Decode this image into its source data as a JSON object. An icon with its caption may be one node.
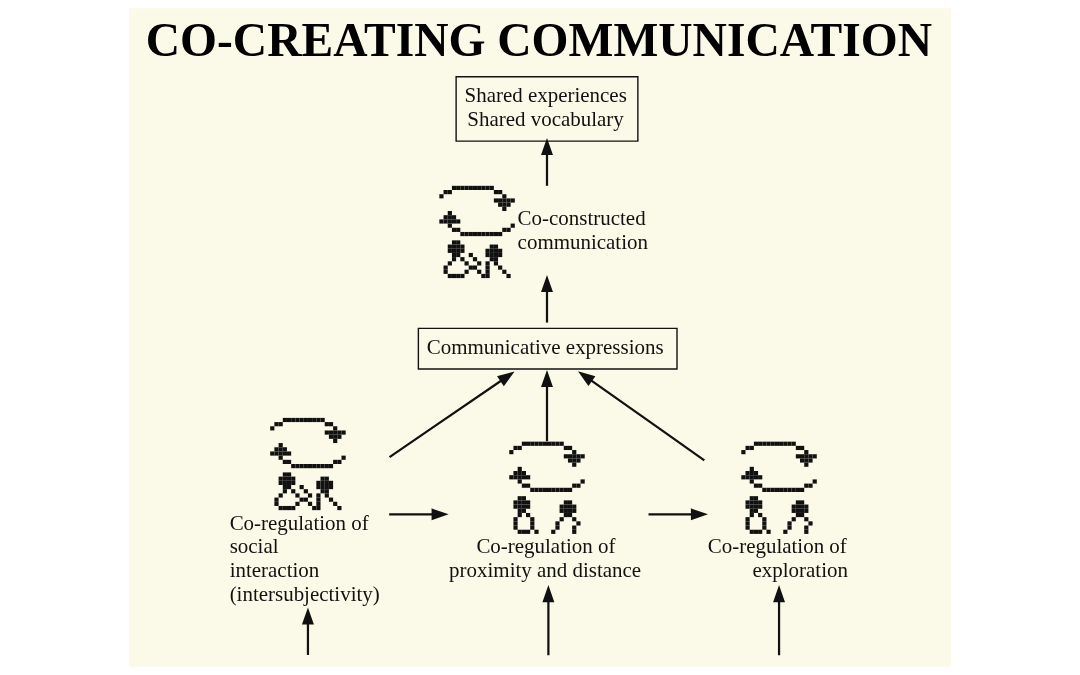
{
  "diagram": {
    "title": "CO-CREATING COMMUNICATION",
    "nodes": [
      {
        "text": [
          "Shared experiences",
          "Shared vocabulary"
        ]
      },
      {
        "text": [
          "Co-constructed communication"
        ]
      },
      {
        "text": [
          "Communicative expressions"
        ]
      },
      {
        "text": [
          "Co-regulation of social interaction (intersubjectivity)"
        ]
      },
      {
        "text": [
          "Co-regulation of proximity and distance"
        ]
      },
      {
        "text": [
          "Co-regulation of exploration"
        ]
      }
    ],
    "edges": [
      {
        "from": 1,
        "to": 0,
        "arrow": "to"
      },
      {
        "from": 2,
        "to": 1,
        "arrow": "to"
      },
      {
        "from": 3,
        "to": 2,
        "arrow": "to"
      },
      {
        "from": 4,
        "to": 2,
        "arrow": "to"
      },
      {
        "from": 5,
        "to": 2,
        "arrow": "to"
      },
      {
        "from": 3,
        "to": 4,
        "arrow": "to"
      },
      {
        "from": 4,
        "to": 5,
        "arrow": "to"
      },
      {
        "from": null,
        "to": 3,
        "arrow": "to"
      },
      {
        "from": null,
        "to": 4,
        "arrow": "to"
      },
      {
        "from": null,
        "to": 5,
        "arrow": "to"
      }
    ]
  }
}
